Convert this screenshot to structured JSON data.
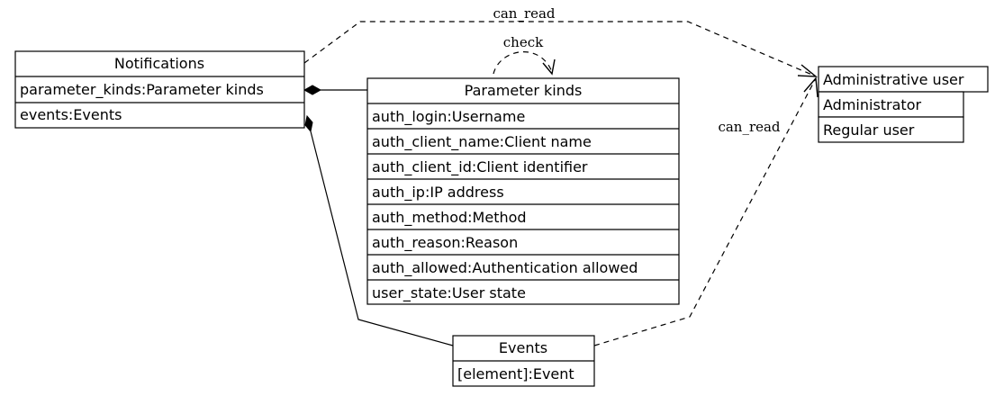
{
  "notifications": {
    "title": "Notifications",
    "rows": [
      "parameter_kinds:Parameter kinds",
      "events:Events"
    ]
  },
  "parameter_kinds": {
    "title": "Parameter kinds",
    "rows": [
      "auth_login:Username",
      "auth_client_name:Client name",
      "auth_client_id:Client identifier",
      "auth_ip:IP address",
      "auth_method:Method",
      "auth_reason:Reason",
      "auth_allowed:Authentication allowed",
      "user_state:User state"
    ]
  },
  "events": {
    "title": "Events",
    "rows": [
      "[element]:Event"
    ]
  },
  "users": {
    "title": "Administrative user",
    "rows": [
      "Administrator",
      "Regular user"
    ]
  },
  "edges": {
    "can_read_top": "can_read",
    "check": "check",
    "can_read_right": "can_read"
  }
}
